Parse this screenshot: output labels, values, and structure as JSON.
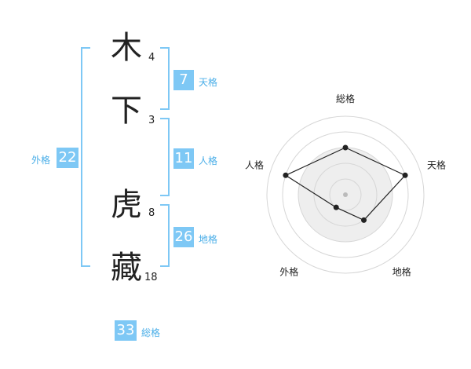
{
  "name": {
    "chars": [
      {
        "char": "木",
        "strokes": "4"
      },
      {
        "char": "下",
        "strokes": "3"
      },
      {
        "char": "虎",
        "strokes": "8"
      },
      {
        "char": "藏",
        "strokes": "18"
      }
    ]
  },
  "fortune": {
    "tenkaku": {
      "value": "7",
      "label": "天格"
    },
    "jinkaku": {
      "value": "11",
      "label": "人格"
    },
    "chikaku": {
      "value": "26",
      "label": "地格"
    },
    "gaikaku": {
      "value": "22",
      "label": "外格"
    },
    "soukaku": {
      "value": "33",
      "label": "総格"
    }
  },
  "colors": {
    "accent": "#7ec8f5",
    "label_blue": "#4aaee8"
  },
  "chart_data": {
    "type": "radar",
    "axes": [
      "総格",
      "天格",
      "地格",
      "外格",
      "人格"
    ],
    "rings": 5,
    "values": [
      3,
      4,
      2,
      1,
      4
    ],
    "max": 5
  }
}
